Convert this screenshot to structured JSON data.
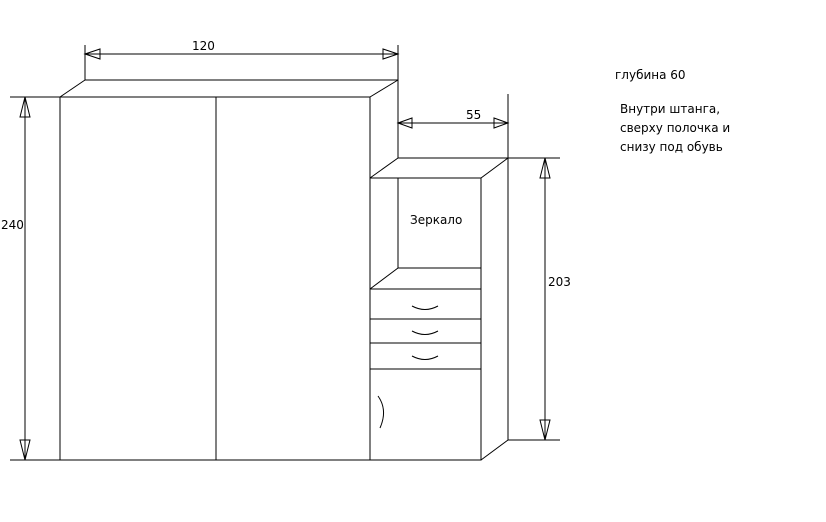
{
  "dimensions": {
    "wardrobe_width": "120",
    "wardrobe_height": "240",
    "cabinet_width": "55",
    "cabinet_height": "203"
  },
  "labels": {
    "mirror": "Зеркало"
  },
  "notes": {
    "depth": "глубина 60",
    "lines": [
      "Внутри штанга,",
      "сверху полочка и",
      "снизу под обувь"
    ]
  }
}
